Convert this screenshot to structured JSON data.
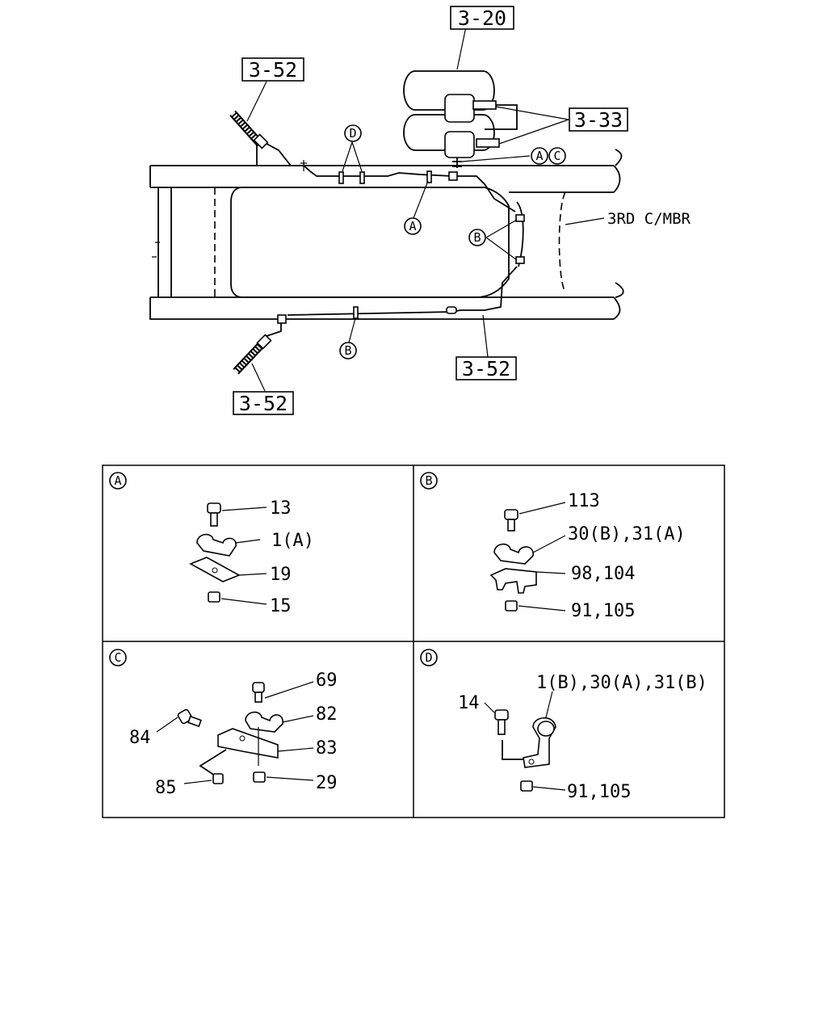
{
  "diagram": {
    "refs": {
      "r320": "3-20",
      "r352_top": "3-52",
      "r333": "3-33",
      "r352_bottom_left": "3-52",
      "r352_bottom_right": "3-52"
    },
    "crossmember_label": "3RD C/MBR",
    "markers": {
      "d_top": "D",
      "a_top": "A",
      "c_top": "C",
      "a_mid": "A",
      "b_right": "B",
      "b_bottom": "B"
    }
  },
  "details": {
    "A": {
      "title": "A",
      "labels": [
        "13",
        "1(A)",
        "19",
        "15"
      ]
    },
    "B": {
      "title": "B",
      "labels": [
        "113",
        "30(B),31(A)",
        "98,104",
        "91,105"
      ]
    },
    "C": {
      "title": "C",
      "labels": [
        "69",
        "82",
        "84",
        "83",
        "85",
        "29"
      ]
    },
    "D": {
      "title": "D",
      "labels": [
        "1(B),30(A),31(B)",
        "14",
        "91,105"
      ]
    }
  }
}
